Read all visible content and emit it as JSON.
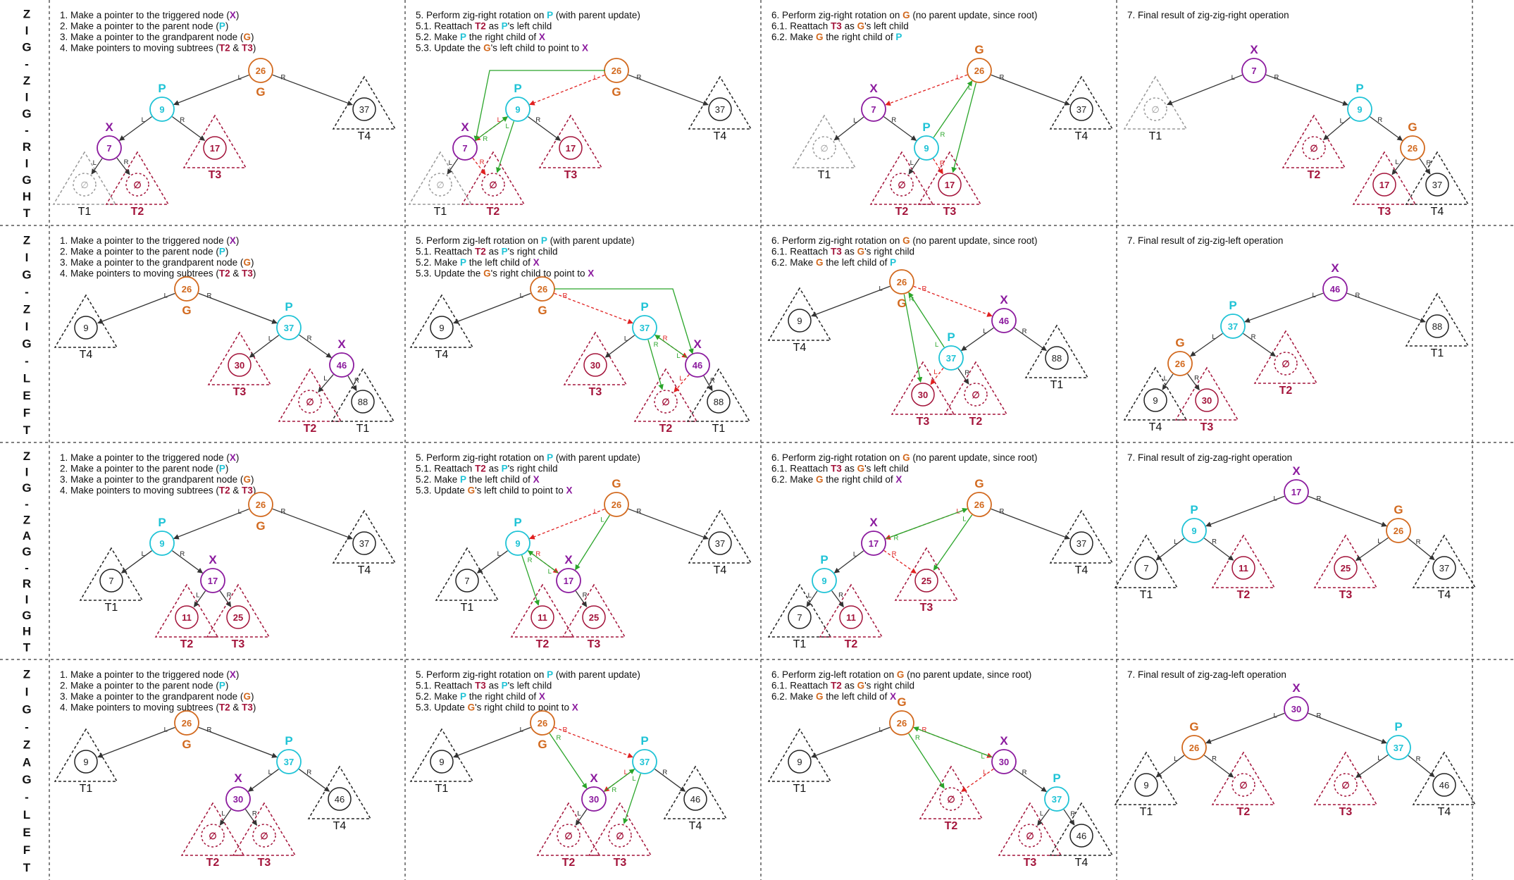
{
  "colors": {
    "x": "#8B1A9E",
    "p": "#1FC3D6",
    "g": "#D2691E",
    "sub": "#A3133A",
    "neutral": "#333333",
    "move": "#2AA52A",
    "old": "#E02020"
  },
  "rows": [
    {
      "label": "ZIG-ZIG-RIGHT",
      "steps_col1": [
        "1. Make a pointer to the triggered node (X)",
        "2. Make a pointer to the parent node (P)",
        "3. Make a pointer to the grandparent node (G)",
        "4. Make pointers to moving subtrees (T2 & T3)"
      ],
      "steps_col2": [
        "5. Perform zig-right rotation on P (with parent update)",
        "5.1. Reattach T2 as P's left child",
        "5.2. Make P the right child of X",
        "5.3. Update the G's left child to point to X"
      ],
      "steps_col3": [
        "6. Perform zig-right rotation on G (no parent update, since root)",
        "6.1. Reattach T3 as G's left child",
        "6.2. Make G the right child of P"
      ],
      "steps_col4": [
        "7. Final result of zig-zig-right operation"
      ],
      "values": {
        "x": "7",
        "p": "9",
        "g": "26",
        "t1": "∅",
        "t2": "∅",
        "t3": "17",
        "t4": "37"
      }
    },
    {
      "label": "ZIG-ZIG-LEFT",
      "steps_col1": [
        "1. Make a pointer to the triggered node (X)",
        "2. Make a pointer to the parent node (P)",
        "3. Make a pointer to the grandparent node (G)",
        "4. Make pointers to moving subtrees (T2 & T3)"
      ],
      "steps_col2": [
        "5. Perform zig-left rotation on P (with parent update)",
        "5.1. Reattach T2 as P's right child",
        "5.2. Make P the left child of X",
        "5.3. Update the G's right child to point to X"
      ],
      "steps_col3": [
        "6. Perform zig-right rotation on G (no parent update, since root)",
        "6.1. Reattach T3 as G's right child",
        "6.2. Make G the left child of P"
      ],
      "steps_col4": [
        "7. Final result of zig-zig-left operation"
      ],
      "values": {
        "x": "46",
        "p": "37",
        "g": "26",
        "t1": "88",
        "t2": "∅",
        "t3": "30",
        "t4": "9"
      }
    },
    {
      "label": "ZIG-ZAG-RIGHT",
      "steps_col1": [
        "1. Make a pointer to the triggered node (X)",
        "2. Make a pointer to the parent node (P)",
        "3. Make a pointer to the grandparent node (G)",
        "4. Make pointers to moving subtrees (T2 & T3)"
      ],
      "steps_col2": [
        "5. Perform zig-right rotation on P (with parent update)",
        "5.1. Reattach T2 as P's right child",
        "5.2. Make P the left child of X",
        "5.3. Update G's left child to point to X"
      ],
      "steps_col3": [
        "6. Perform zig-right rotation on G (no parent update, since root)",
        "6.1. Reattach T3 as G's left child",
        "6.2. Make G the right child of X"
      ],
      "steps_col4": [
        "7. Final result of zig-zag-right operation"
      ],
      "values": {
        "x": "17",
        "p": "9",
        "g": "26",
        "t1": "7",
        "t2": "11",
        "t3": "25",
        "t4": "37"
      }
    },
    {
      "label": "ZIG-ZAG-LEFT",
      "steps_col1": [
        "1. Make a pointer to the triggered node (X)",
        "2. Make a pointer to the parent node (P)",
        "3. Make a pointer to the grandparent node (G)",
        "4. Make pointers to moving subtrees (T2 & T3)"
      ],
      "steps_col2": [
        "5. Perform zig-right rotation on P (with parent update)",
        "5.1. Reattach T3 as P's left child",
        "5.2. Make P the right child of X",
        "5.3. Update G's right child to point to X"
      ],
      "steps_col3": [
        "6. Perform zig-left rotation on G (no parent update, since root)",
        "6.1. Reattach T2 as G's right child",
        "6.2. Make G the left child of X"
      ],
      "steps_col4": [
        "7. Final result of zig-zag-left operation"
      ],
      "values": {
        "x": "30",
        "p": "37",
        "g": "26",
        "t1": "9",
        "t2": "∅",
        "t3": "∅",
        "t4": "46"
      }
    }
  ],
  "labels": {
    "x": "X",
    "p": "P",
    "g": "G",
    "t1": "T1",
    "t2": "T2",
    "t3": "T3",
    "t4": "T4",
    "left": "L",
    "right": "R"
  }
}
